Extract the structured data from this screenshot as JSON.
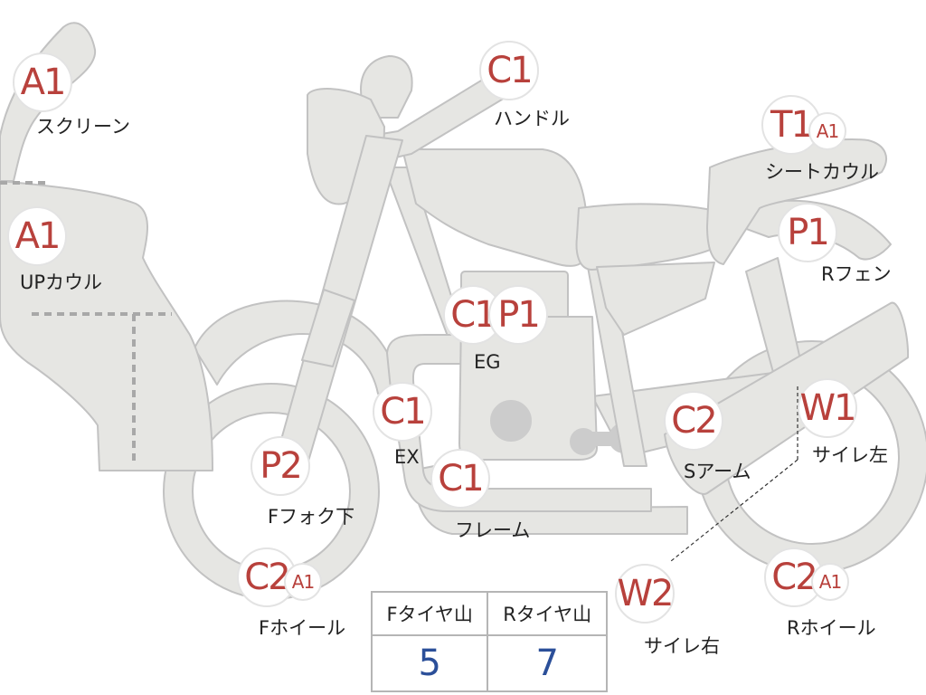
{
  "colors": {
    "part_fill": "#e6e6e3",
    "part_stroke": "#c2c2c2",
    "code_red": "#b8413c",
    "value_blue": "#2b4f99",
    "engine_dot": "#cccccc"
  },
  "badges": {
    "screen": "A1",
    "upcowl": "A1",
    "handle": "C1",
    "seatcowl_main": "T1",
    "seatcowl_sub": "A1",
    "rfender": "P1",
    "eg_c": "C1",
    "eg_p": "P1",
    "ex": "C1",
    "frame": "C1",
    "fork": "P2",
    "fwheel_main": "C2",
    "fwheel_sub": "A1",
    "swingarm": "C2",
    "muffler_left": "W1",
    "muffler_right": "W2",
    "rwheel_main": "C2",
    "rwheel_sub": "A1"
  },
  "labels": {
    "screen": "スクリーン",
    "upcowl": "UPカウル",
    "handle": "ハンドル",
    "seatcowl": "シートカウル",
    "rfender": "Rフェン",
    "eg": "EG",
    "ex": "EX",
    "frame": "フレーム",
    "fork": "Fフォク下",
    "fwheel": "Fホイール",
    "swingarm": "Sアーム",
    "muffler_left": "サイレ左",
    "muffler_right": "サイレ右",
    "rwheel": "Rホイール"
  },
  "tire_table": {
    "headers": [
      "Fタイヤ山",
      "Rタイヤ山"
    ],
    "values": [
      "5",
      "7"
    ]
  }
}
